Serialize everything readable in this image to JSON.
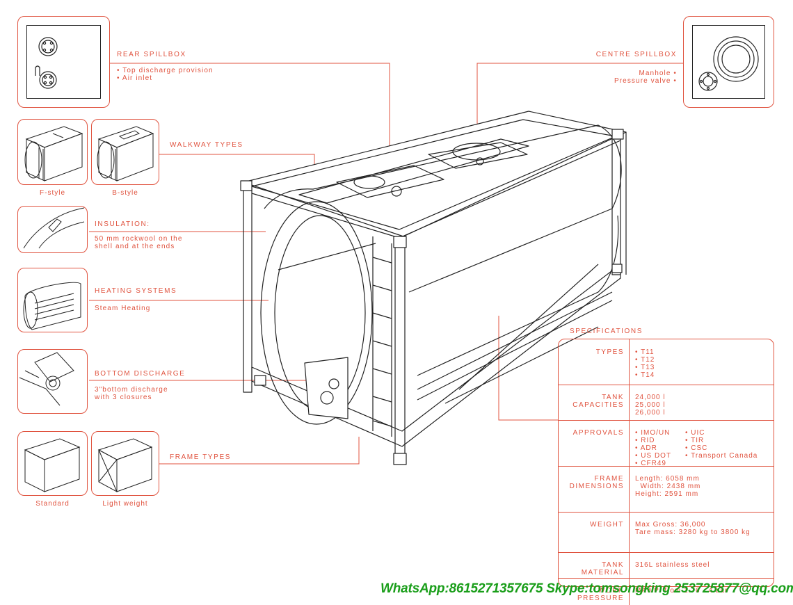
{
  "rear_spillbox": {
    "title": "REAR SPILLBOX",
    "items": [
      "• Top discharge provision",
      "• Air inlet"
    ]
  },
  "centre_spillbox": {
    "title": "CENTRE SPILLBOX",
    "items": [
      "Manhole •",
      "Pressure valve •"
    ]
  },
  "walkway": {
    "title": "WALKWAY TYPES",
    "options": [
      "F-style",
      "B-style"
    ]
  },
  "insulation": {
    "title": "INSULATION:",
    "lines": [
      "50 mm rockwool on the",
      "shell and at the ends"
    ]
  },
  "heating": {
    "title": "HEATING SYSTEMS",
    "lines": [
      "Steam Heating"
    ]
  },
  "bottom_discharge": {
    "title": "BOTTOM DISCHARGE",
    "lines": [
      "3\"bottom discharge",
      "with 3 closures"
    ]
  },
  "frame": {
    "title": "FRAME TYPES",
    "options": [
      "Standard",
      "Light weight"
    ]
  },
  "specifications": {
    "title": "SPECIFICATIONS",
    "rows": [
      {
        "label": [
          "TYPES"
        ],
        "values": [
          "• T11",
          "• T12",
          "• T13",
          "• T14"
        ]
      },
      {
        "label": [
          "TANK",
          "CAPACITIES"
        ],
        "values": [
          "24,000 l",
          "25,000 l",
          "26,000 l"
        ]
      },
      {
        "label": [
          "APPROVALS"
        ],
        "values": [
          "• IMO/UN",
          "• RID",
          "• ADR",
          "• US DOT",
          "• CFR49"
        ],
        "values2": [
          "• UIC",
          "• TIR",
          "• CSC",
          "• Transport Canada"
        ]
      },
      {
        "label": [
          "FRAME",
          "DIMENSIONS"
        ],
        "values": [
          "Length: 6058 mm",
          "  Width: 2438 mm",
          "Height: 2591 mm"
        ]
      },
      {
        "label": [
          "WEIGHT"
        ],
        "values": [
          "Max Gross: 36,000",
          "Tare mass: 3280 kg to 3800 kg"
        ]
      },
      {
        "label": [
          "TANK",
          "MATERIAL"
        ],
        "values": [
          "316L stainless steel"
        ]
      },
      {
        "label": [
          "WORK",
          "PRESSURE"
        ],
        "values": [
          "MAWP: from 1.76 - 4 bar"
        ]
      }
    ]
  },
  "watermark": "WhatsApp:8615271357675  Skype:tomsongking 253725877@qq.com",
  "colors": {
    "accent": "#e0533f",
    "line": "#222222",
    "watermark": "#1a9e1a"
  }
}
